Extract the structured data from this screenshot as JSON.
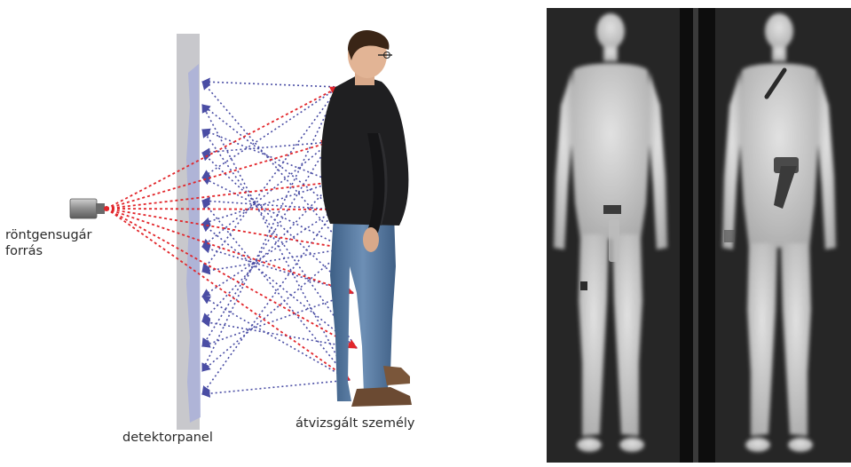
{
  "diagram": {
    "source_label_line1": "röntgensugár",
    "source_label_line2": "forrás",
    "panel_label": "detektorpanel",
    "subject_label": "átvizsgált személy",
    "colors": {
      "emitted_ray": "#e2262b",
      "backscatter_ray": "#2b2f95",
      "panel": "#c8c8cc",
      "panel_film": "#aab0d8"
    }
  },
  "scan_image": {
    "views": [
      "front-view",
      "back-view"
    ],
    "concealed_items": [
      "pistol-on-back",
      "knife-on-shoulder",
      "object-on-thigh"
    ]
  }
}
